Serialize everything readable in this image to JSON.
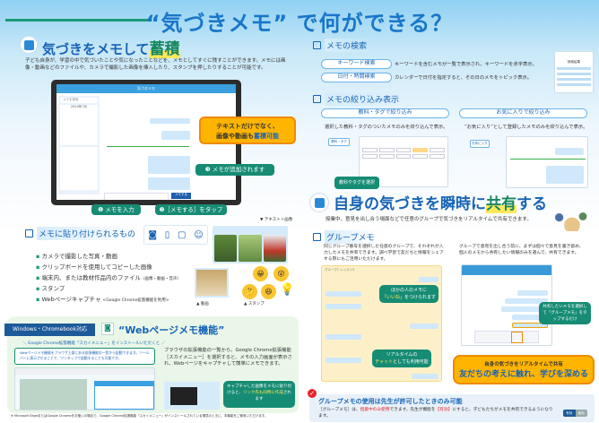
{
  "title": "“気づきメモ” で何ができる？",
  "accumulate": {
    "heading_pre": "気づきをメモして",
    "heading_hl": "蓄積",
    "desc": "子ども自身が、学習の中で気づいたことや気になったことなどを、メモとしてすぐに残すことができます。メモには画像・動画などのファイルや、カメラで撮影した画像を挿入したり、スタンプを押したりすることが可能です。",
    "app_title": "気づきメモ",
    "search_placeholder": "メモを検索",
    "calendar_month": "2024年7月",
    "callout_line1": "テキストだけでなく、",
    "callout_line2_pre": "画像や動画も",
    "callout_line2_hl": "蓄積可能",
    "step3": "❸ メモが追加されます",
    "step1": "❶ メモを入力",
    "step2": "❷［メモする］をタップ",
    "memo_button": "メモする"
  },
  "attachables": {
    "heading": "メモに貼り付けられるもの",
    "items": [
      "カメラで撮影した写真・動画",
      "クリップボードを使用してコピーした画像",
      "端末内、または教材作品内のファイル",
      "スタンプ",
      "Webページキャプチャ"
    ],
    "item3_note": "（画像・動画・音声）",
    "item5_note": "<Google Chrome拡張機能を利用>",
    "caption_text_image": "▼ テキスト＋画像",
    "caption_video": "▲ 動画",
    "caption_stamp": "▲ スタンプ"
  },
  "web": {
    "badge": "Windows・Chromebook対応",
    "title": "“Webページメモ機能”",
    "install_note": "＼ Google Chrome拡張機能「スカイメニュー」をインストールいただくと ／",
    "bubble": "Webページメモ機能をブラウザ上部にある拡張機能の一覧から起動できます。ツールバーに表示させることで、ワンタップで起動することも可能です。",
    "desc": "ブラウザの拡張機能の一覧から、Google Chrome拡張機能［スカイメニュー］を選択すると、メモの入力画面が表示され、Webページをキャプチャして簡単にメモできます。",
    "callout_pre": "キャプチャした画像をメモに貼り付けると、",
    "callout_hl1": "リンク先も",
    "callout_hl2": "同時に作成",
    "callout_post": "されます",
    "footnote": "※ Microsoft EdgeまたはGoogle Chromeをお使いの場合で、Google Chrome拡張機能「スカイメニュー」がインストールされている環境のときに、本機能をご使用いただけます。"
  },
  "search": {
    "heading": "メモの検索",
    "rows": [
      {
        "button": "キーワード検索",
        "desc": "キーワードを含むメモが一覧で表示され、キーワードを赤字表示。"
      },
      {
        "button": "日付・時間検索",
        "desc": "カレンダーで日付を指定すると、その日のメモをトピック表示。"
      }
    ],
    "result_title": "検索結果"
  },
  "filter": {
    "heading": "メモの絞り込み表示",
    "cols": [
      {
        "button": "教科・タグで絞り込み",
        "desc": "選択した教科・タグのついたメモのみを絞り込んで表示。",
        "chip": "教科・タグ"
      },
      {
        "button": "お気に入りで絞り込み",
        "desc": "“お気に入り”として登録したメモのみを絞り込んで表示。",
        "chip": "お気に入り"
      }
    ],
    "select_label": "教科やタグを選択"
  },
  "share": {
    "heading_pre": "自身の気づきを瞬時に",
    "heading_hl": "共有",
    "heading_post": "する",
    "desc": "授業中、意見を出し合う場面などで任意のグループで気づきをリアルタイムで共有できます。"
  },
  "group": {
    "heading": "グループメモ",
    "desc_left": "同じグループ番号を選択した任意のグループで、それぞれが入力したメモを共有できます。調べ学習で友だちと情報をシェアする際にもご活用いただけます。",
    "desc_right": "グループで意見を出し合う前に、まずは個々で意見を書き留め、個人のメモから共有したい情報のみを選んで、共有できます。",
    "panel_title": "グループ1 レッスン3",
    "like_callout_pre": "ほかの人のメモに",
    "like_callout_hl": "「いいね」",
    "like_callout_post": "をつけられます",
    "chat_callout_pre": "リアルタイムの",
    "chat_callout_hl": "チャット",
    "chat_callout_post": "としても利用可能",
    "select_callout": "共有したいメモを選択して「グループメモ」をタップするだけ",
    "big_callout_line1": "自身の気づきをリアルタイムで共有",
    "big_callout_line2": "友だちの考えに触れ、学びを深める"
  },
  "permission": {
    "title": "グループメモの使用は先生が許可したときのみ可能",
    "desc_pre": "［グループメモ］は、",
    "desc_hl1": "授業中のみ使用",
    "desc_mid": "できます。先生が機能を",
    "desc_hl2": "【有効】",
    "desc_post": "にすると、子どもたちがメモを共有できるようになります。",
    "toggle_on": "有効",
    "toggle_off": "無効"
  },
  "colors": {
    "accent_blue": "#1763b5",
    "green": "#168c74",
    "orange": "#ffb400",
    "red": "#e8242c"
  }
}
